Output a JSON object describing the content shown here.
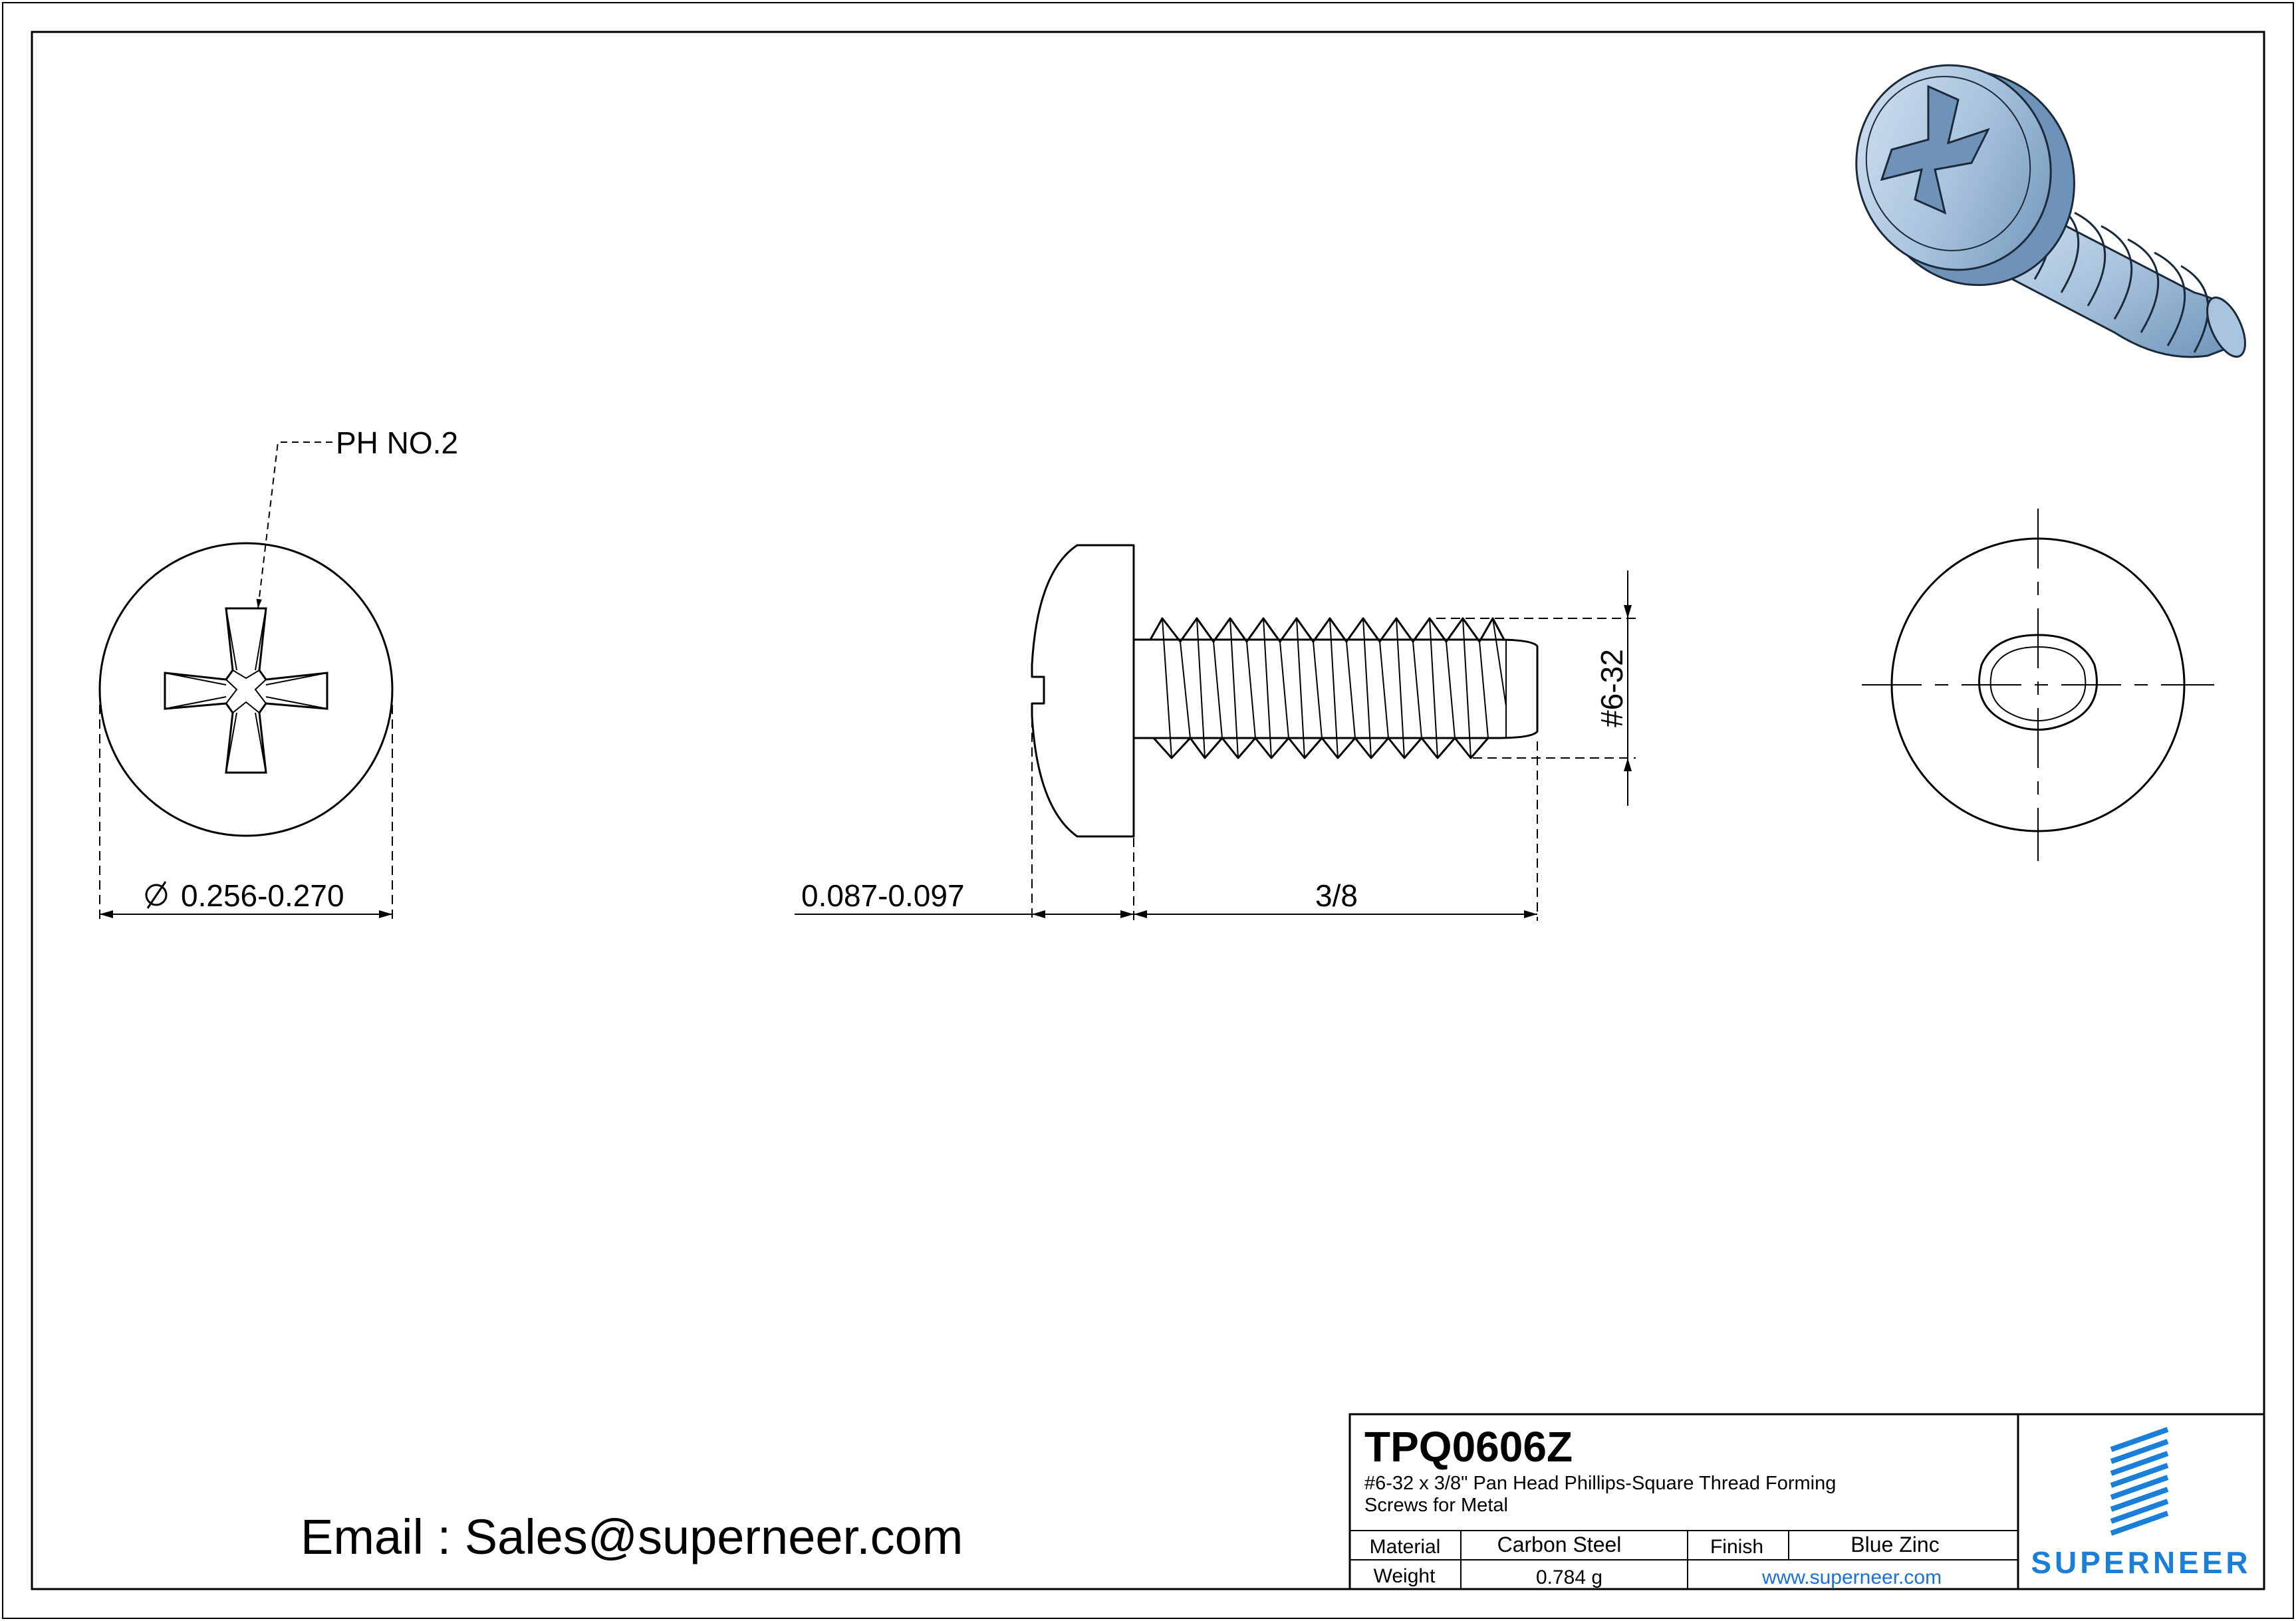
{
  "drawing": {
    "callout_drive": "PH NO.2",
    "dim_head_diameter": "0.256-0.270",
    "dim_head_height": "0.087-0.097",
    "dim_length": "3/8",
    "dim_thread": "#6-32"
  },
  "title_block": {
    "part_number": "TPQ0606Z",
    "description_line1": "#6-32 x 3/8\" Pan Head Phillips-Square Thread Forming",
    "description_line2": "Screws for Metal",
    "material_label": "Material",
    "material_value": "Carbon Steel",
    "finish_label": "Finish",
    "finish_value": "Blue Zinc",
    "weight_label": "Weight",
    "weight_value": "0.784 g",
    "website": "www.superneer.com"
  },
  "brand": {
    "name": "SUPERNEER",
    "color": "#1a7fd8"
  },
  "contact": {
    "email": "Email : Sales@superneer.com"
  },
  "colors": {
    "screw_body": "#a9c4de",
    "screw_shadow": "#6f93b8"
  }
}
